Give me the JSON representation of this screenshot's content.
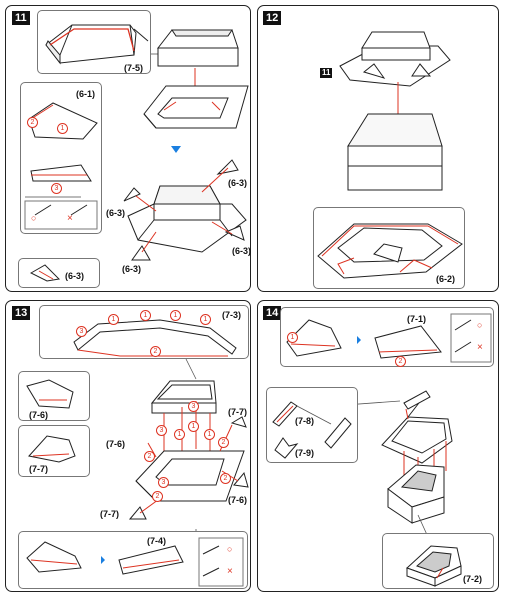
{
  "steps": [
    "11",
    "12",
    "13",
    "14"
  ],
  "labels": {
    "p11": [
      "(7-5)",
      "(6-1)",
      "(6-3)",
      "(6-3)",
      "(6-3)",
      "(6-3)",
      "(6-3)"
    ],
    "p12": [
      "(6-2)"
    ],
    "p13": [
      "(7-3)",
      "(7-6)",
      "(7-7)",
      "(7-7)",
      "(7-6)",
      "(7-6)",
      "(7-7)",
      "(7-4)"
    ],
    "p14": [
      "(7-1)",
      "(7-8)",
      "(7-9)",
      "(7-2)"
    ]
  },
  "circled": {
    "p11": [
      "1",
      "2",
      "3"
    ],
    "p13_ridge": [
      "3",
      "1",
      "1",
      "1",
      "1",
      "2"
    ],
    "p13_box": [
      "3",
      "2",
      "1",
      "1",
      "1",
      "3",
      "2",
      "2",
      "2",
      "3"
    ],
    "p14": [
      "1",
      "2"
    ]
  },
  "marks": {
    "ok": "○",
    "ng": "×"
  },
  "colors": {
    "accent_red": "#d32f2f",
    "arrow_blue": "#1a7fe0",
    "line": "#222222"
  }
}
